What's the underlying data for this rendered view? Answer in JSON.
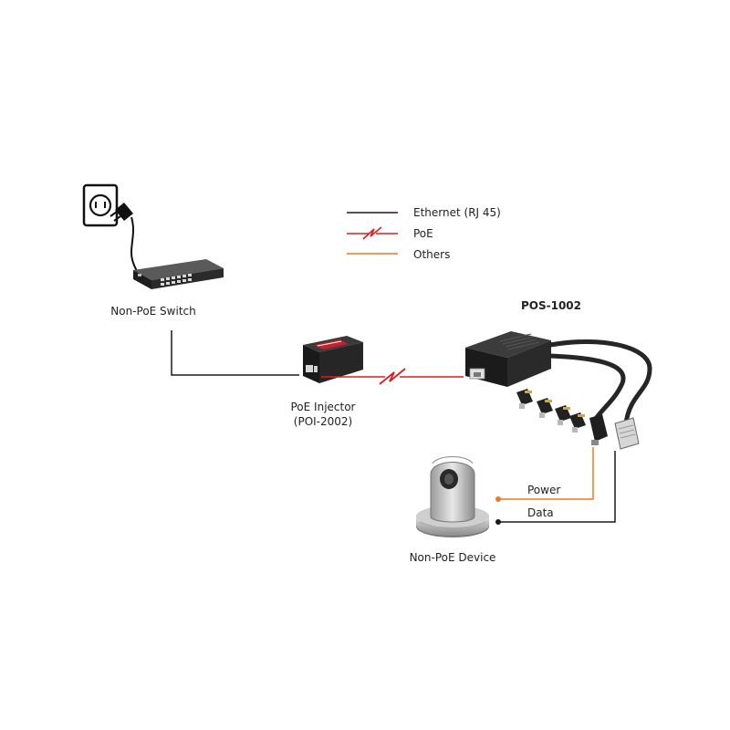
{
  "legend": {
    "ethernet": "Ethernet (RJ 45)",
    "poe": "PoE",
    "others": "Others"
  },
  "devices": {
    "switch": "Non-PoE Switch",
    "injector_line1": "PoE Injector",
    "injector_line2": "(POI-2002)",
    "splitter": "POS-1002",
    "device": "Non-PoE Device"
  },
  "connections": {
    "power": "Power",
    "data": "Data"
  },
  "colors": {
    "ethernet": "#1a1a1a",
    "poe": "#d62020",
    "others": "#ec7a22"
  }
}
